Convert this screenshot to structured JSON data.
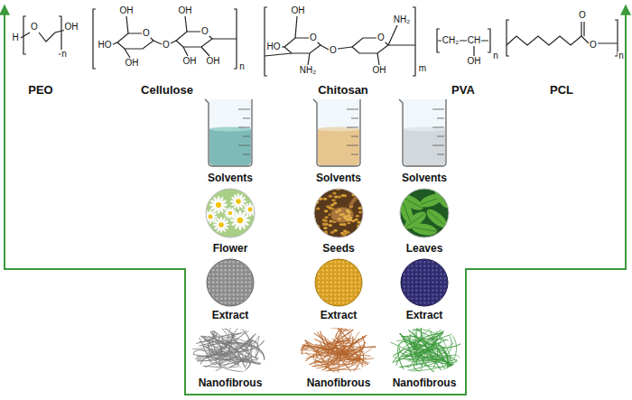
{
  "diagram": {
    "nodes": [
      {
        "text": [
          "PEO"
        ]
      },
      {
        "text": [
          "Cellulose"
        ]
      },
      {
        "text": [
          "Chitosan"
        ]
      },
      {
        "text": [
          "PVA"
        ]
      },
      {
        "text": [
          "PCL"
        ]
      },
      {
        "text": [
          "Solvents",
          "Flower",
          "Extract",
          "Nanofibrous"
        ]
      },
      {
        "text": [
          "Solvents",
          "Seeds",
          "Extract",
          "Nanofibrous"
        ]
      },
      {
        "text": [
          "Solvents",
          "Leaves",
          "Extract",
          "Nanofibrous"
        ]
      }
    ],
    "labels": [
      "H",
      "O",
      "OH",
      "n",
      "OH",
      "O",
      "HO",
      "OH",
      "O",
      "OH",
      "O",
      "OH",
      "OH",
      "n",
      "OH",
      "O",
      "HO",
      "NH₂",
      "O",
      "O",
      "NH₂",
      "OH",
      "m",
      "CH₂",
      "CH",
      "OH",
      "n",
      "O",
      "O",
      "n"
    ]
  }
}
